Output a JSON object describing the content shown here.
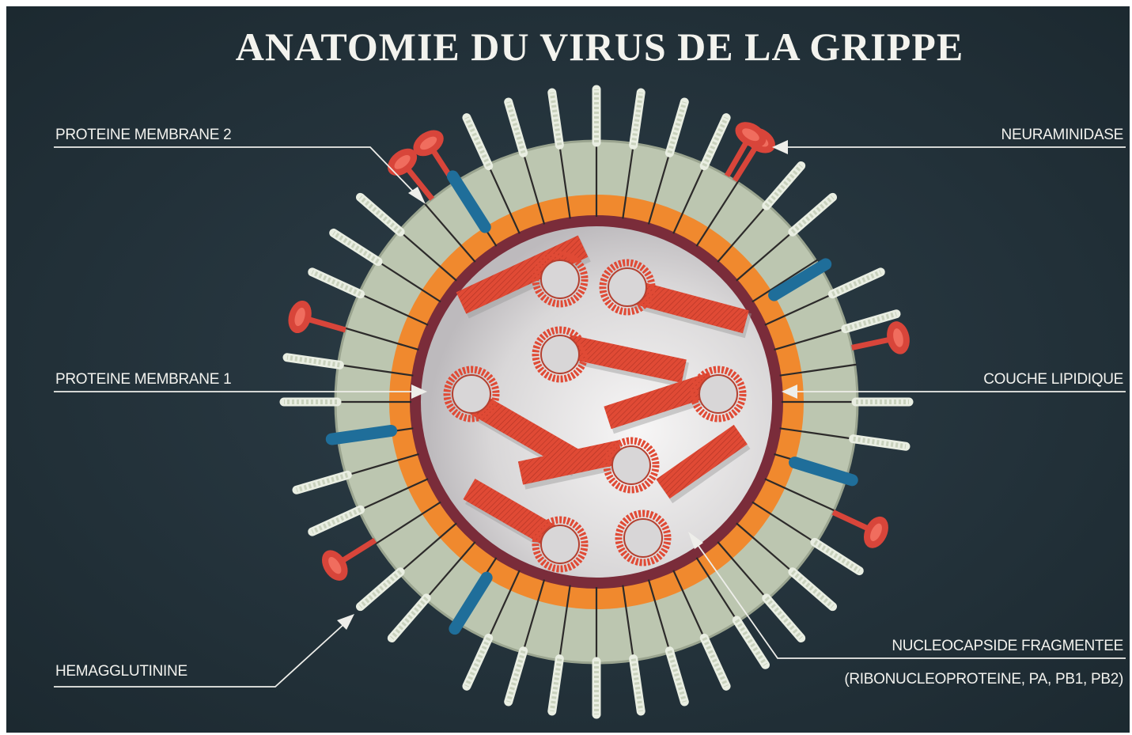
{
  "title": "ANATOMIE DU VIRUS DE LA GRIPPE",
  "labels": {
    "proteine_membrane_2": "PROTEINE MEMBRANE 2",
    "proteine_membrane_1": "PROTEINE MEMBRANE 1",
    "hemagglutinine": "HEMAGGLUTININE",
    "neuraminidase": "NEURAMINIDASE",
    "couche_lipidique": "COUCHE LIPIDIQUE",
    "nucleocapside_1": "NUCLEOCAPSIDE FRAGMENTEE",
    "nucleocapside_2": "(RIBONUCLEOPROTEINE, PA, PB1, PB2)"
  },
  "colors": {
    "background": "#23323a",
    "outer_coat": "#bcc6b0",
    "lipid_layer": "#f0892e",
    "membrane_ring": "#7a2c3a",
    "core": "#d9d7d8",
    "ribonucleoprotein": "#e04a35",
    "neuraminidase": "#d8453a",
    "membrane_protein_2": "#1f6e9a",
    "hemagglutinin": "#c9d2bd"
  },
  "icons": [
    "neuraminidase-spike-icon",
    "hemagglutinin-spike-icon",
    "membrane-protein-2-icon",
    "ribonucleoprotein-segment-icon"
  ]
}
